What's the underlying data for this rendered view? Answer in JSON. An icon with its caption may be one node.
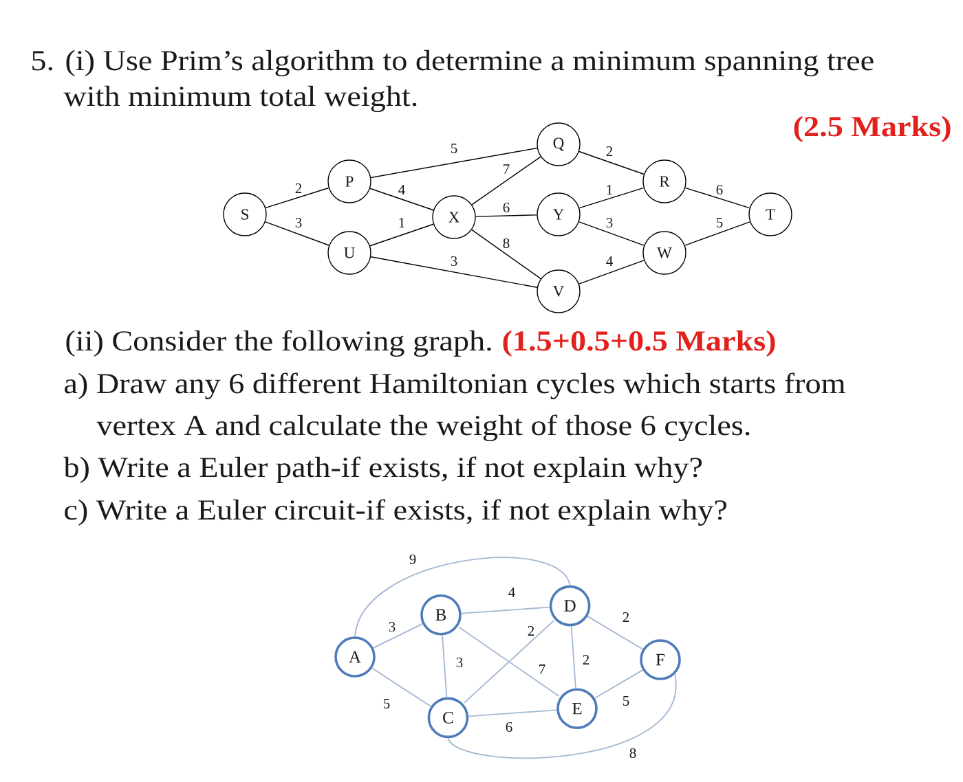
{
  "diagram": {
    "nodes": [
      {
        "text": [
          "S"
        ]
      },
      {
        "text": [
          "P"
        ]
      },
      {
        "text": [
          "U"
        ]
      },
      {
        "text": [
          "X"
        ]
      },
      {
        "text": [
          "Q"
        ]
      },
      {
        "text": [
          "Y"
        ]
      },
      {
        "text": [
          "V"
        ]
      },
      {
        "text": [
          "R"
        ]
      },
      {
        "text": [
          "W"
        ]
      },
      {
        "text": [
          "T"
        ]
      },
      {
        "text": [
          "A"
        ]
      },
      {
        "text": [
          "B"
        ]
      },
      {
        "text": [
          "C"
        ]
      },
      {
        "text": [
          "D"
        ]
      },
      {
        "text": [
          "E"
        ]
      },
      {
        "text": [
          "F"
        ]
      }
    ],
    "edges": [
      {
        "from": 0,
        "to": 1,
        "arrow": "none",
        "label": "2"
      },
      {
        "from": 0,
        "to": 2,
        "arrow": "none",
        "label": "3"
      },
      {
        "from": 1,
        "to": 4,
        "arrow": "none",
        "label": "5"
      },
      {
        "from": 1,
        "to": 3,
        "arrow": "none",
        "label": "4"
      },
      {
        "from": 2,
        "to": 3,
        "arrow": "none",
        "label": "1"
      },
      {
        "from": 2,
        "to": 6,
        "arrow": "none",
        "label": "3"
      },
      {
        "from": 3,
        "to": 4,
        "arrow": "none",
        "label": "7"
      },
      {
        "from": 3,
        "to": 5,
        "arrow": "none",
        "label": "6"
      },
      {
        "from": 3,
        "to": 6,
        "arrow": "none",
        "label": "8"
      },
      {
        "from": 4,
        "to": 7,
        "arrow": "none",
        "label": "2"
      },
      {
        "from": 5,
        "to": 7,
        "arrow": "none",
        "label": "1"
      },
      {
        "from": 5,
        "to": 8,
        "arrow": "none",
        "label": "3"
      },
      {
        "from": 6,
        "to": 8,
        "arrow": "none",
        "label": "4"
      },
      {
        "from": 7,
        "to": 9,
        "arrow": "none",
        "label": "6"
      },
      {
        "from": 8,
        "to": 9,
        "arrow": "none",
        "label": "5"
      },
      {
        "from": 10,
        "to": 13,
        "arrow": "none",
        "label": "9",
        "color": "#a3b7d2"
      },
      {
        "from": 10,
        "to": 11,
        "arrow": "none",
        "label": "3",
        "color": "#a3b7d2"
      },
      {
        "from": 11,
        "to": 13,
        "arrow": "none",
        "label": "4",
        "color": "#a3b7d2"
      },
      {
        "from": 13,
        "to": 15,
        "arrow": "none",
        "label": "2",
        "color": "#a3b7d2"
      },
      {
        "from": 10,
        "to": 12,
        "arrow": "none",
        "label": "5",
        "color": "#a3b7d2"
      },
      {
        "from": 11,
        "to": 12,
        "arrow": "none",
        "label": "3",
        "color": "#a3b7d2"
      },
      {
        "from": 12,
        "to": 13,
        "arrow": "none",
        "label": "2",
        "color": "#a3b7d2"
      },
      {
        "from": 11,
        "to": 14,
        "arrow": "none",
        "label": "7",
        "color": "#a3b7d2"
      },
      {
        "from": 13,
        "to": 14,
        "arrow": "none",
        "label": "2",
        "color": "#a3b7d2"
      },
      {
        "from": 12,
        "to": 14,
        "arrow": "none",
        "label": "6",
        "color": "#a3b7d2"
      },
      {
        "from": 14,
        "to": 15,
        "arrow": "none",
        "label": "5",
        "color": "#a3b7d2"
      },
      {
        "from": 12,
        "to": 15,
        "arrow": "none",
        "label": "8",
        "color": "#a3b7d2"
      }
    ],
    "labels": [
      "5. (i) Use Prim’s algorithm to determine a minimum spanning tree with minimum total weight.",
      "(2.5 Marks)",
      "(ii) Consider the following graph.",
      "(1.5+0.5+0.5 Marks)",
      "a) Draw any 6 different Hamiltonian cycles which starts from vertex A and calculate the weight of those 6 cycles.",
      "b) Write a Euler path-if exists, if not explain why?",
      "c) Write a Euler circuit-if exists, if not explain why?"
    ]
  }
}
